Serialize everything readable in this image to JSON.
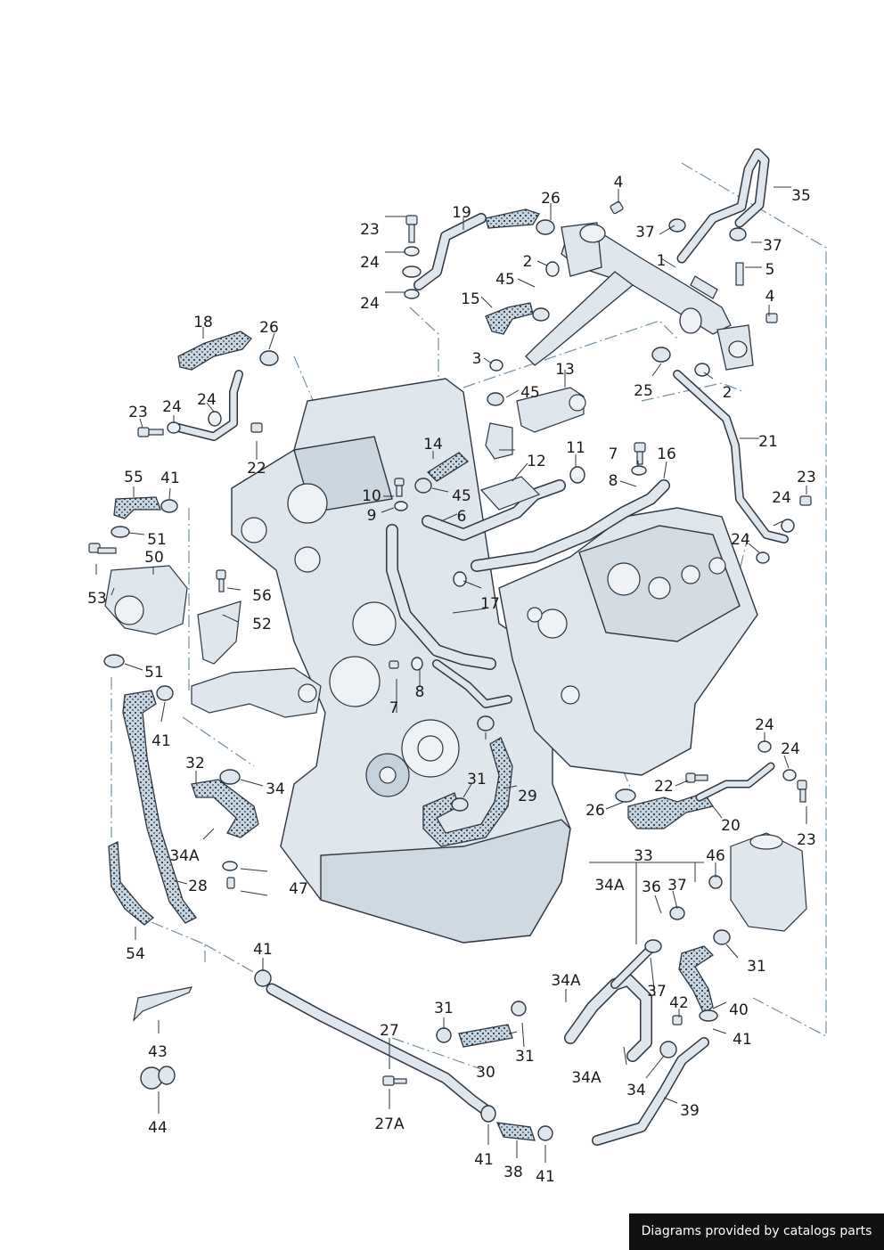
{
  "footer": {
    "credit": "Diagrams provided by catalogs parts"
  },
  "colors": {
    "part_fill": "#dfe6ec",
    "part_stroke": "#2d3742",
    "hose_fill": "#c7d6e0",
    "leader": "#6d8fa5"
  },
  "callouts": [
    "1",
    "2",
    "2",
    "3",
    "4",
    "4",
    "5",
    "6",
    "7",
    "7",
    "8",
    "8",
    "9",
    "10",
    "11",
    "12",
    "13",
    "14",
    "15",
    "16",
    "17",
    "18",
    "19",
    "20",
    "21",
    "22",
    "22",
    "23",
    "23",
    "23",
    "23",
    "24",
    "24",
    "24",
    "24",
    "24",
    "24",
    "24",
    "24",
    "25",
    "26",
    "26",
    "26",
    "27",
    "27A",
    "28",
    "29",
    "30",
    "31",
    "31",
    "31",
    "31",
    "31",
    "32",
    "33",
    "34",
    "34",
    "34A",
    "34A",
    "34A",
    "34A",
    "35",
    "36",
    "37",
    "37",
    "37",
    "37",
    "38",
    "39",
    "40",
    "41",
    "41",
    "41",
    "41",
    "41",
    "41",
    "41",
    "42",
    "43",
    "44",
    "45",
    "45",
    "45",
    "46",
    "47",
    "50",
    "51",
    "51",
    "52",
    "53",
    "54",
    "55",
    "56"
  ]
}
